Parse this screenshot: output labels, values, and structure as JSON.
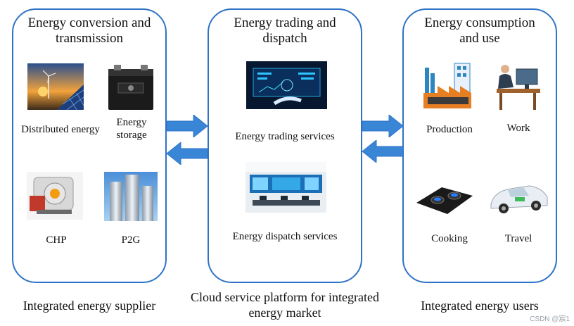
{
  "supplier": {
    "title": "Energy conversion and transmission",
    "items": [
      "Distributed energy",
      "Energy storage",
      "CHP",
      "P2G"
    ],
    "caption": "Integrated energy supplier"
  },
  "platform": {
    "title": "Energy trading and dispatch",
    "items": [
      "Energy trading services",
      "Energy dispatch services"
    ],
    "caption": "Cloud service platform for integrated energy market"
  },
  "users": {
    "title": "Energy consumption and use",
    "items": [
      "Production",
      "Work",
      "Cooking",
      "Travel"
    ],
    "caption": "Integrated energy users"
  },
  "flows": [
    {
      "from": "supplier",
      "to": "platform"
    },
    {
      "from": "platform",
      "to": "supplier"
    },
    {
      "from": "platform",
      "to": "users"
    },
    {
      "from": "users",
      "to": "platform"
    }
  ],
  "colors": {
    "panel_border": "#2f73c6",
    "arrow": "#3a86d6"
  },
  "watermark": "CSDN @宸1"
}
